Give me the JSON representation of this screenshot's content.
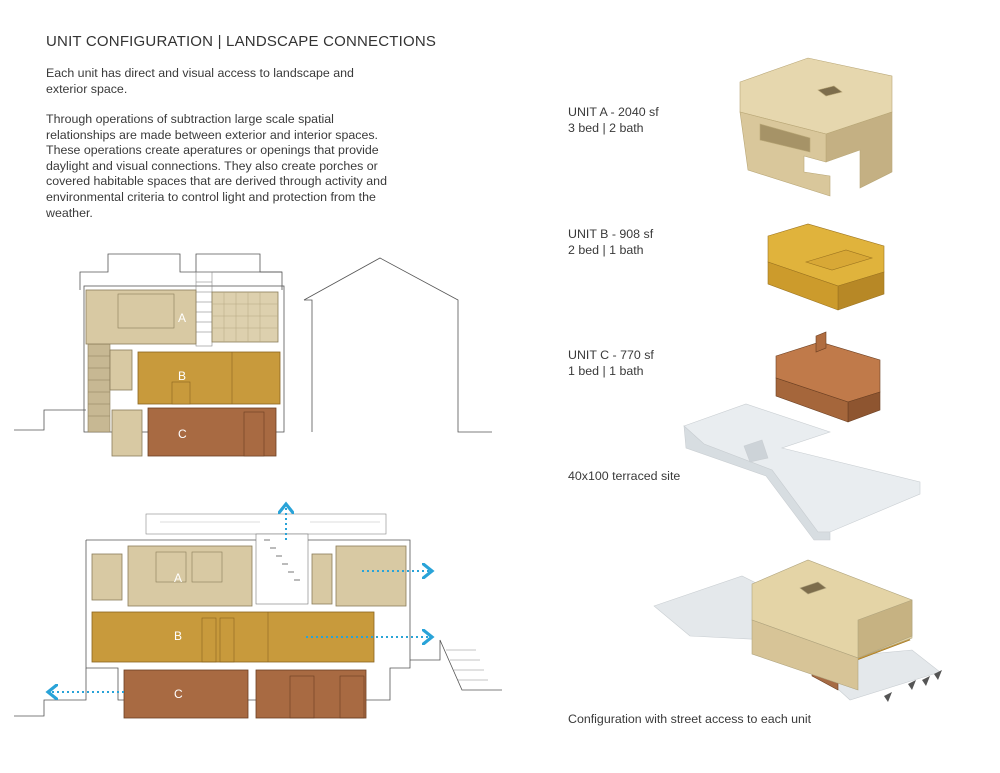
{
  "title": "UNIT CONFIGURATION | LANDSCAPE CONNECTIONS",
  "paragraphs": [
    "Each unit has direct and visual access to landscape and exterior space.",
    "Through operations of subtraction large scale spatial relationships are made between exterior and interior spaces. These operations create aperatures or openings that provide daylight and visual connections.  They also create porches or covered habitable spaces that are derived through activity and environmental criteria to control light and protection from the weather."
  ],
  "units": [
    {
      "name": "UNIT A - 2040 sf",
      "rooms": "3 bed | 2 bath",
      "color": "#d8c9a3",
      "letter": "A"
    },
    {
      "name": "UNIT B - 908 sf",
      "rooms": "2 bed | 1 bath",
      "color": "#c89a3c",
      "letter": "B"
    },
    {
      "name": "UNIT C - 770 sf",
      "rooms": "1 bed | 1 bath",
      "color": "#a86a42",
      "letter": "C"
    }
  ],
  "site_label": "40x100 terraced site",
  "config_label": "Configuration with street access to each unit",
  "arrow_color": "#29a3d8"
}
